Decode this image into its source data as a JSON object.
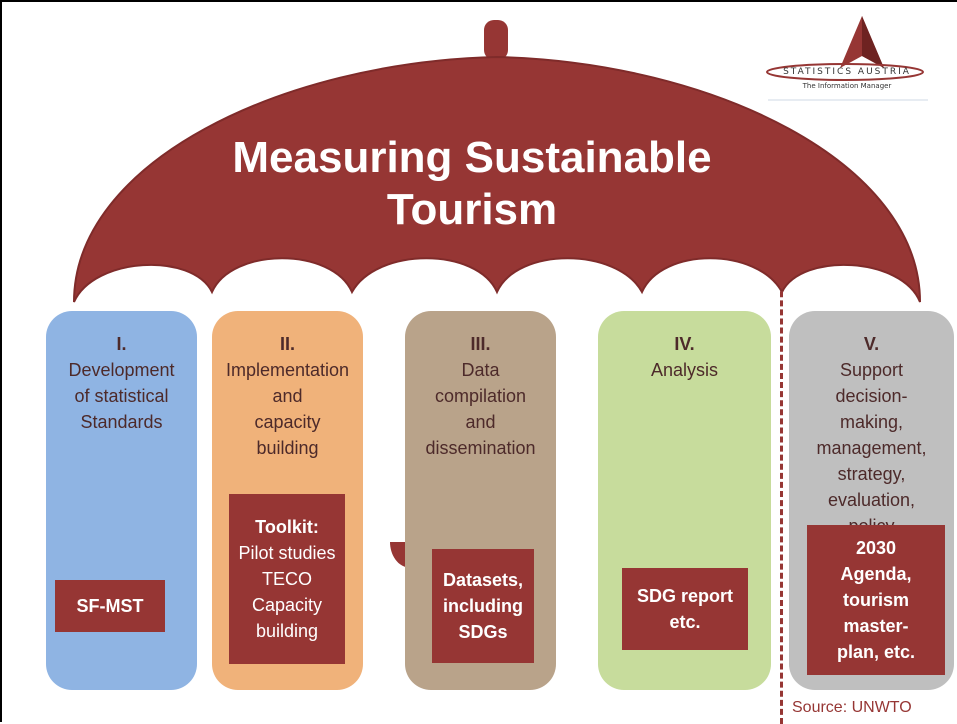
{
  "title": {
    "line1": "Measuring Sustainable",
    "line2": "Tourism"
  },
  "logo": {
    "name": "STATISTICS AUSTRIA",
    "tagline": "The Information Manager"
  },
  "columns": [
    {
      "number": "I.",
      "lines": [
        "Development",
        "of statistical",
        "Standards"
      ],
      "box_lines": [
        "SF-MST"
      ],
      "box_bold_first": true,
      "fill": "#8fb4e3"
    },
    {
      "number": "II.",
      "lines": [
        "Implementation",
        "and",
        "capacity",
        "building"
      ],
      "box_lines": [
        "Toolkit:",
        "Pilot studies",
        "TECO",
        "Capacity",
        "building"
      ],
      "box_bold_first": true,
      "fill": "#f0b27a"
    },
    {
      "number": "III.",
      "lines": [
        "Data",
        "compilation",
        "and",
        "dissemination"
      ],
      "box_lines": [
        "Datasets,",
        "including",
        "SDGs"
      ],
      "box_bold_all": true,
      "fill": "#b9a38a"
    },
    {
      "number": "IV.",
      "lines": [
        "Analysis"
      ],
      "box_lines": [
        "SDG report",
        "etc."
      ],
      "box_bold_all": true,
      "fill": "#c7dc9c"
    },
    {
      "number": "V.",
      "lines": [
        "Support",
        "decision-",
        "making,",
        "management,",
        "strategy,",
        "evaluation,",
        "policy"
      ],
      "box_lines": [
        "2030",
        "Agenda,",
        "tourism",
        "master-",
        "plan, etc."
      ],
      "box_bold_all": true,
      "fill": "#bfbfbf"
    }
  ],
  "source": "Source: UNWTO",
  "colors": {
    "umbrella": "#963634",
    "box": "#963634",
    "column_text": "#4d2a2a"
  }
}
